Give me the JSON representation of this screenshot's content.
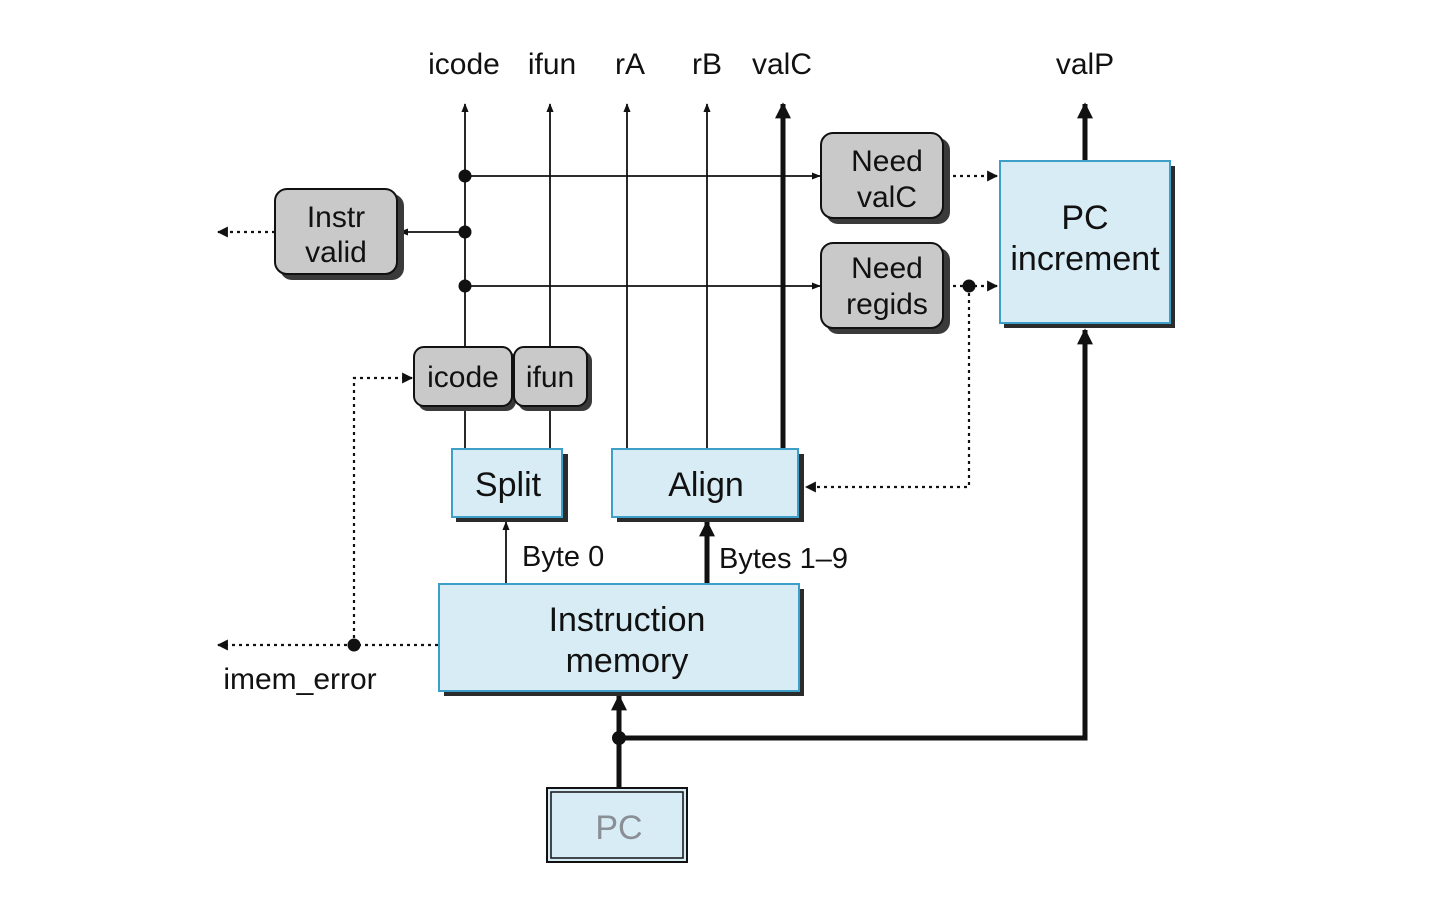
{
  "signals": {
    "icode": "icode",
    "ifun": "ifun",
    "rA": "rA",
    "rB": "rB",
    "valC": "valC",
    "valP": "valP"
  },
  "blocks": {
    "instr_valid": [
      "Instr",
      "valid"
    ],
    "need_valc": [
      "Need",
      "valC"
    ],
    "need_regids": [
      "Need",
      "regids"
    ],
    "pc_increment": [
      "PC",
      "increment"
    ],
    "icode_reg": "icode",
    "ifun_reg": "ifun",
    "split": "Split",
    "align": "Align",
    "instruction_memory": [
      "Instruction",
      "memory"
    ],
    "pc": "PC"
  },
  "edge_labels": {
    "byte0": "Byte 0",
    "bytes19": "Bytes 1–9",
    "imem_error": "imem_error"
  },
  "colors": {
    "blue_box": "#d8ecf5",
    "blue_border": "#3d9fc8",
    "gray_box": "#c8c8c8",
    "line": "#111111"
  }
}
